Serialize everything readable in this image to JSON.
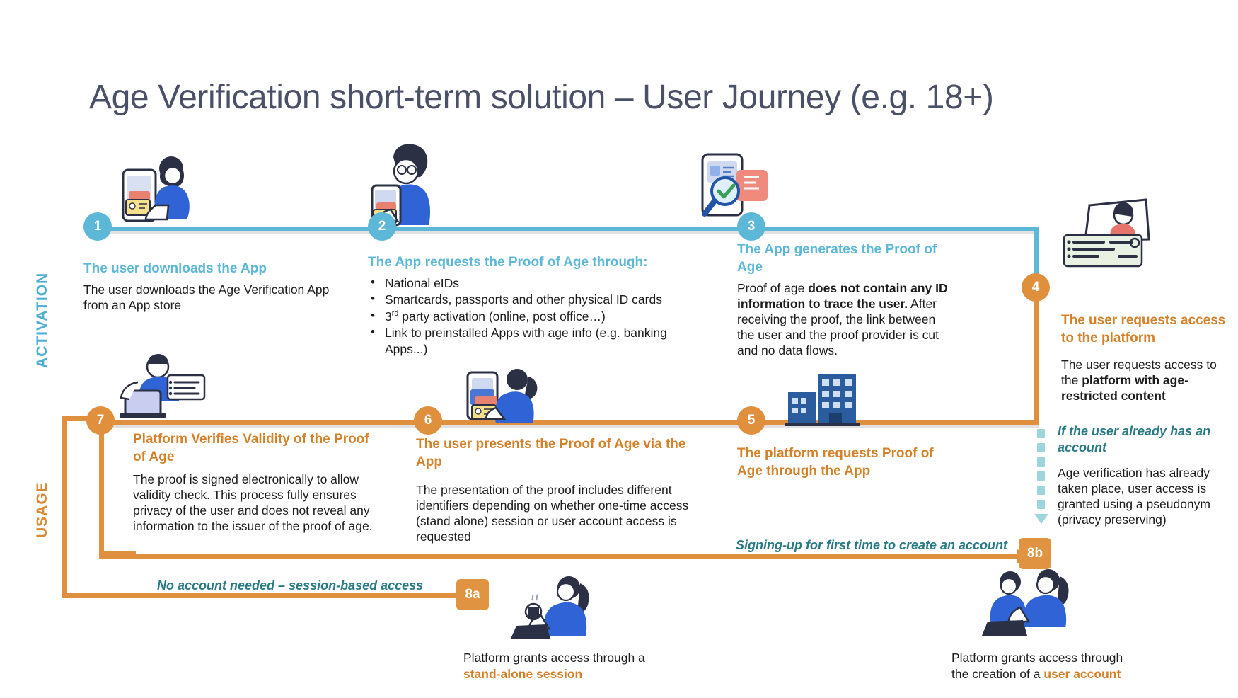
{
  "title": "Age Verification short-term solution – User Journey (e.g. 18+)",
  "phases": {
    "activation": "ACTIVATION",
    "usage": "USAGE"
  },
  "steps": [
    {
      "number": "1",
      "heading": "The user downloads the App",
      "body": "The user downloads the Age Verification App from an App store",
      "color": "#5cb8d6"
    },
    {
      "number": "2",
      "heading": "The App requests the Proof of Age through:",
      "bullets": [
        "National eIDs",
        "Smartcards, passports and other physical ID cards",
        "3rd party activation (online, post office…)",
        "Link to preinstalled Apps with age info (e.g. banking Apps...)"
      ],
      "color": "#5cb8d6"
    },
    {
      "number": "3",
      "heading": "The App generates the Proof of Age",
      "body_lead": "Proof of age ",
      "body_bold": "does not contain any ID information to trace the user.",
      "body_tail": " After receiving the proof, the link between the user and the proof provider is cut and no data flows.",
      "color": "#5cb8d6"
    },
    {
      "number": "4",
      "heading": "The user requests access to the platform",
      "body_lead": "The user requests access to the ",
      "body_bold": "platform with age-restricted content",
      "color": "#d4812a"
    },
    {
      "number": "5",
      "heading": "The platform requests Proof of Age through the App",
      "color": "#d4812a"
    },
    {
      "number": "6",
      "heading": "The user presents the Proof of Age via the App",
      "body": "The presentation of the proof includes different identifiers depending on whether one-time access (stand alone) session or user account access is requested",
      "color": "#d4812a"
    },
    {
      "number": "7",
      "heading": "Platform Verifies Validity of the Proof of Age",
      "body": "The proof is signed electronically to allow validity check. This process fully ensures privacy of the user and does not reveal any information to the issuer of the proof of age.",
      "color": "#d4812a"
    },
    {
      "number": "8a",
      "color": "#e09441"
    },
    {
      "number": "8b",
      "color": "#e09441"
    }
  ],
  "already_account": {
    "heading": "If the user already has an account",
    "body_1": "Age verification has already taken place, user access is granted using a pseudonym (privacy preserving)"
  },
  "annotations": {
    "signing_up": "Signing-up for first time to create an account",
    "no_account": "No account needed – session-based access"
  },
  "captions": {
    "left_line1": "Platform grants access through a",
    "left_line2": "stand-alone session",
    "right_line1": "Platform grants access through",
    "right_line2_lead": "the creation of a ",
    "right_line2_bold": "user account"
  },
  "colors": {
    "blue": "#5cb8d6",
    "orange": "#df8f3d",
    "orange_dark": "#d4812a",
    "teal": "#2a7a85",
    "teal_light": "#9ed4db",
    "title": "#4a5068"
  }
}
